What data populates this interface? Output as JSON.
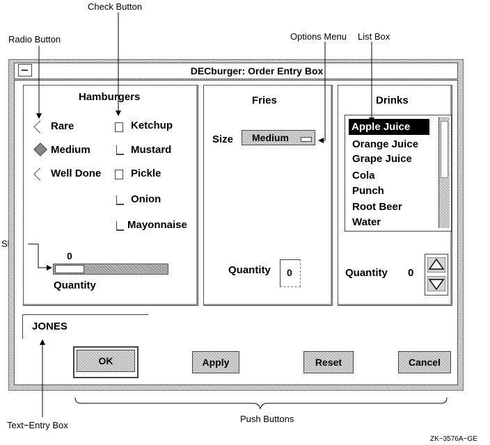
{
  "callouts": {
    "check_button": "Check Button",
    "radio_button": "Radio Button",
    "options_menu": "Options Menu",
    "list_box": "List Box",
    "slider": "Slider",
    "text_entry": "Text−Entry Box",
    "push_buttons": "Push Buttons",
    "figure_id": "ZK−3576A−GE"
  },
  "window": {
    "title": "DECburger:  Order Entry Box"
  },
  "hamburgers": {
    "title": "Hamburgers",
    "radios": [
      {
        "label": "Rare",
        "selected": false
      },
      {
        "label": "Medium",
        "selected": true
      },
      {
        "label": "Well Done",
        "selected": false
      }
    ],
    "checks": [
      {
        "label": "Ketchup",
        "checked": true
      },
      {
        "label": "Mustard",
        "checked": false
      },
      {
        "label": "Pickle",
        "checked": true
      },
      {
        "label": "Onion",
        "checked": false
      },
      {
        "label": "Mayonnaise",
        "checked": false
      }
    ],
    "slider_value": "0",
    "slider_label": "Quantity"
  },
  "fries": {
    "title": "Fries",
    "size_label": "Size",
    "size_value": "Medium",
    "quantity_label": "Quantity",
    "quantity_value": "0"
  },
  "drinks": {
    "title": "Drinks",
    "items": [
      "Apple Juice",
      "Orange Juice",
      "Grape Juice",
      "Cola",
      "Punch",
      "Root Beer",
      "Water"
    ],
    "selected": "Apple Juice",
    "quantity_label": "Quantity",
    "quantity_value": "0"
  },
  "name_field": {
    "value": "JONES"
  },
  "buttons": {
    "ok": "OK",
    "apply": "Apply",
    "reset": "Reset",
    "cancel": "Cancel"
  }
}
